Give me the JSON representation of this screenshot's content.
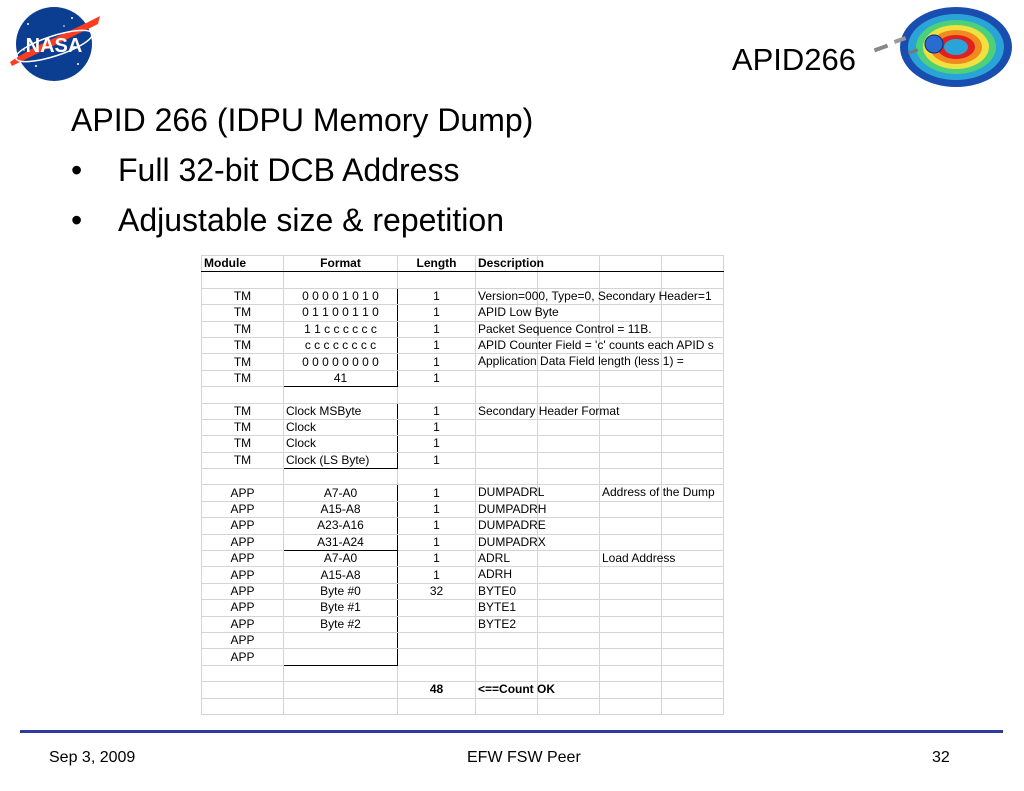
{
  "slide": {
    "title": "APID266",
    "heading": "APID 266 (IDPU Memory Dump)",
    "bullets": [
      "Full 32-bit DCB Address",
      "Adjustable size & repetition"
    ],
    "bullet_glyph": "•"
  },
  "logo": {
    "text": "NASA",
    "colors": {
      "blue": "#0b3d91",
      "red": "#fc3d21"
    }
  },
  "table": {
    "headers": [
      "Module",
      "Format",
      "Length",
      "Description"
    ],
    "rows": [
      [
        "",
        "",
        "",
        "",
        ""
      ],
      [
        "TM",
        "0 0 0 0 1 0 1 0",
        "1",
        "Version=000, Type=0, Secondary Header=1",
        ""
      ],
      [
        "TM",
        "0 1 1 0 0 1 1 0",
        "1",
        "APID Low Byte",
        ""
      ],
      [
        "TM",
        "1 1 c c c c c c",
        "1",
        "Packet Sequence Control = 11B.",
        ""
      ],
      [
        "TM",
        "c c c c c c c c",
        "1",
        "APID Counter Field = 'c' counts each APID s",
        ""
      ],
      [
        "TM",
        "0 0 0 0 0 0 0 0",
        "1",
        "Application Data Field length (less 1) =",
        ""
      ],
      [
        "TM",
        "41",
        "1",
        "",
        ""
      ],
      [
        "",
        "",
        "",
        "",
        ""
      ],
      [
        "TM",
        "Clock MSByte",
        "1",
        "Secondary Header Format",
        ""
      ],
      [
        "TM",
        "Clock",
        "1",
        "",
        ""
      ],
      [
        "TM",
        "Clock",
        "1",
        "",
        ""
      ],
      [
        "TM",
        "Clock (LS Byte)",
        "1",
        "",
        ""
      ],
      [
        "",
        "",
        "",
        "",
        ""
      ],
      [
        "APP",
        "A7-A0",
        "1",
        "DUMPADRL",
        "Address of the Dump"
      ],
      [
        "APP",
        "A15-A8",
        "1",
        "DUMPADRH",
        ""
      ],
      [
        "APP",
        "A23-A16",
        "1",
        "DUMPADRE",
        ""
      ],
      [
        "APP",
        "A31-A24",
        "1",
        "DUMPADRX",
        ""
      ],
      [
        "APP",
        "A7-A0",
        "1",
        "ADRL",
        "Load Address"
      ],
      [
        "APP",
        "A15-A8",
        "1",
        "ADRH",
        ""
      ],
      [
        "APP",
        "Byte #0",
        "32",
        "BYTE0",
        ""
      ],
      [
        "APP",
        "Byte #1",
        "",
        "BYTE1",
        ""
      ],
      [
        "APP",
        "Byte #2",
        "",
        "BYTE2",
        ""
      ],
      [
        "APP",
        "",
        "",
        "",
        ""
      ],
      [
        "APP",
        "",
        "",
        "",
        ""
      ],
      [
        "",
        "",
        "",
        "",
        ""
      ]
    ],
    "total": {
      "length": "48",
      "description": "<==Count OK"
    }
  },
  "footer": {
    "date": "Sep 3, 2009",
    "center": "EFW FSW Peer",
    "page": "32"
  },
  "colors": {
    "footer_rule": "#2f3a9e"
  },
  "icons": {
    "logo": "nasa-logo-icon",
    "planet": "magnetosphere-icon"
  }
}
